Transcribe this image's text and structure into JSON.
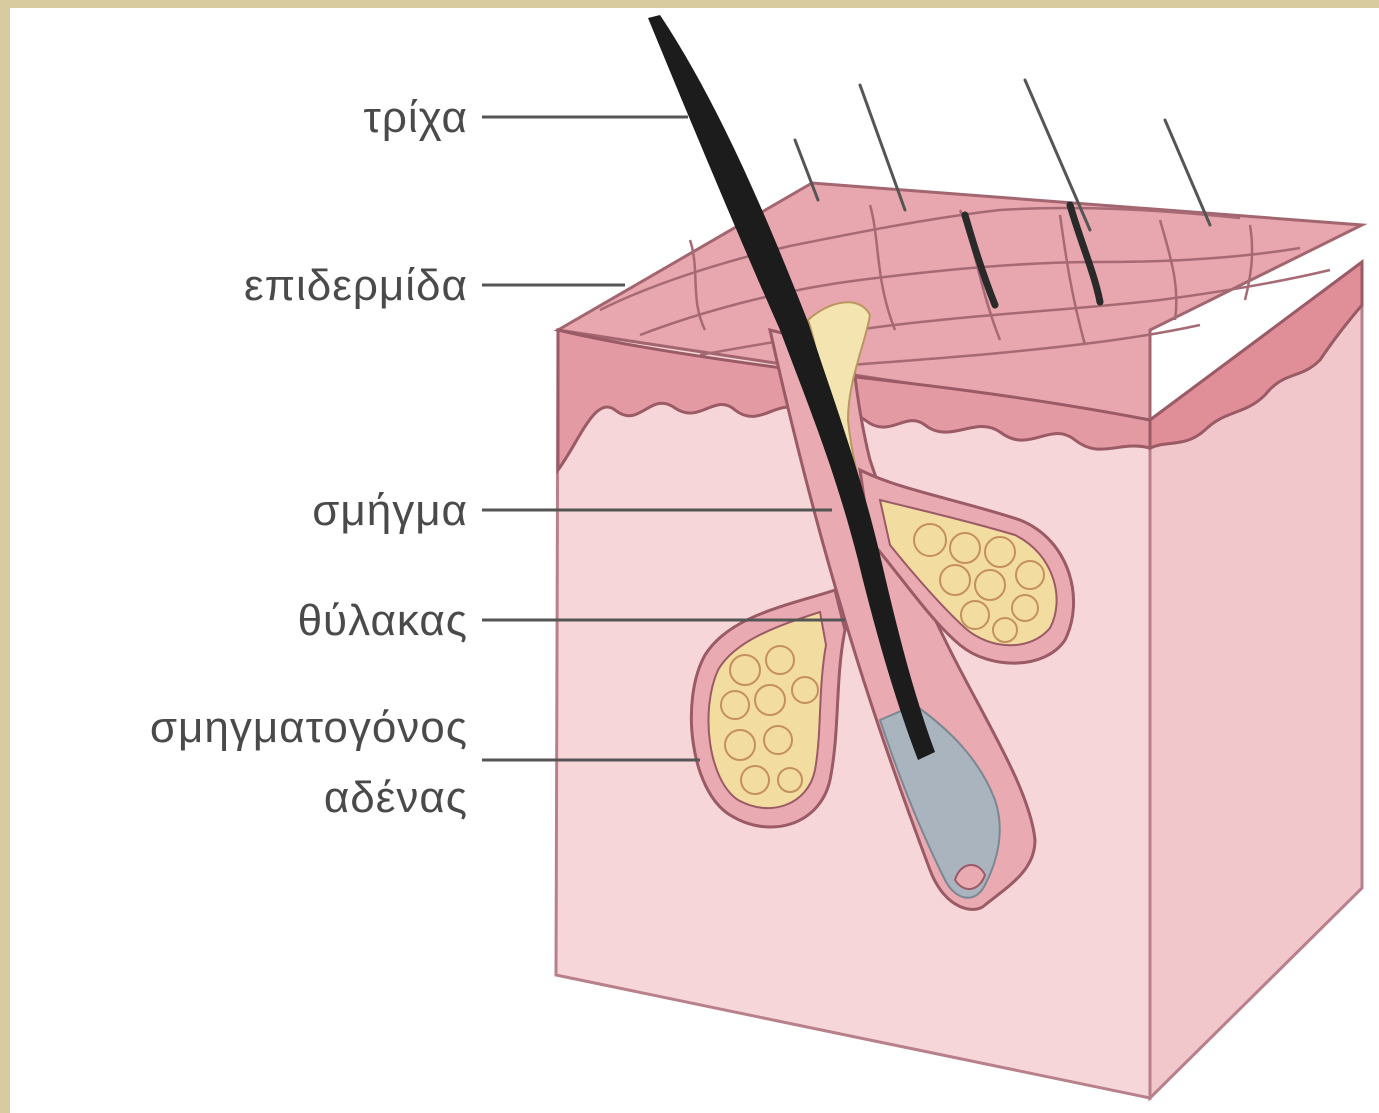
{
  "diagram": {
    "labels": {
      "hair": "τρίχα",
      "epidermis": "επιδερμίδα",
      "sebum": "σμήγμα",
      "follicle": "θύλακας",
      "sebaceous_gland_line1": "σμηγματογόνος",
      "sebaceous_gland_line2": "αδένας"
    }
  },
  "colors": {
    "frame": "#d8cba0",
    "skin_side": "#f6d3d6",
    "skin_top": "#e7a3ac",
    "epidermis_band": "#df8f98",
    "dark_outline": "#8a5560",
    "gland_fill": "#f3dca0",
    "hair": "#1c1c1c",
    "bulb": "#aab4bf",
    "leader": "#555555"
  }
}
